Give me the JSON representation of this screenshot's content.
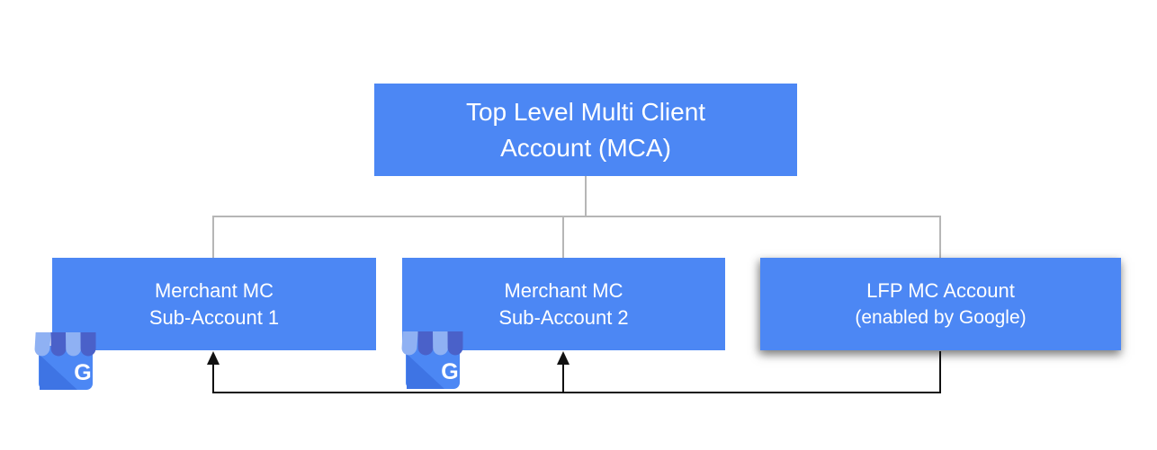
{
  "nodes": {
    "root": {
      "line1": "Top Level Multi Client",
      "line2": "Account (MCA)"
    },
    "sub1": {
      "line1": "Merchant MC",
      "line2": "Sub-Account 1"
    },
    "sub2": {
      "line1": "Merchant MC",
      "line2": "Sub-Account 2"
    },
    "lfp": {
      "line1": "LFP MC Account",
      "line2": "(enabled by Google)"
    }
  },
  "icons": {
    "business_profile_letter": "G"
  },
  "colors": {
    "node_fill": "#4c87f4",
    "node_text": "#ffffff",
    "connector_tree": "#b6b6b6",
    "connector_feedback": "#111111",
    "icon_awning_dark": "#4a61c9",
    "icon_awning_light": "#8fb1f3",
    "icon_body": "#4c87f4",
    "icon_body_shade": "#3e74e4"
  }
}
